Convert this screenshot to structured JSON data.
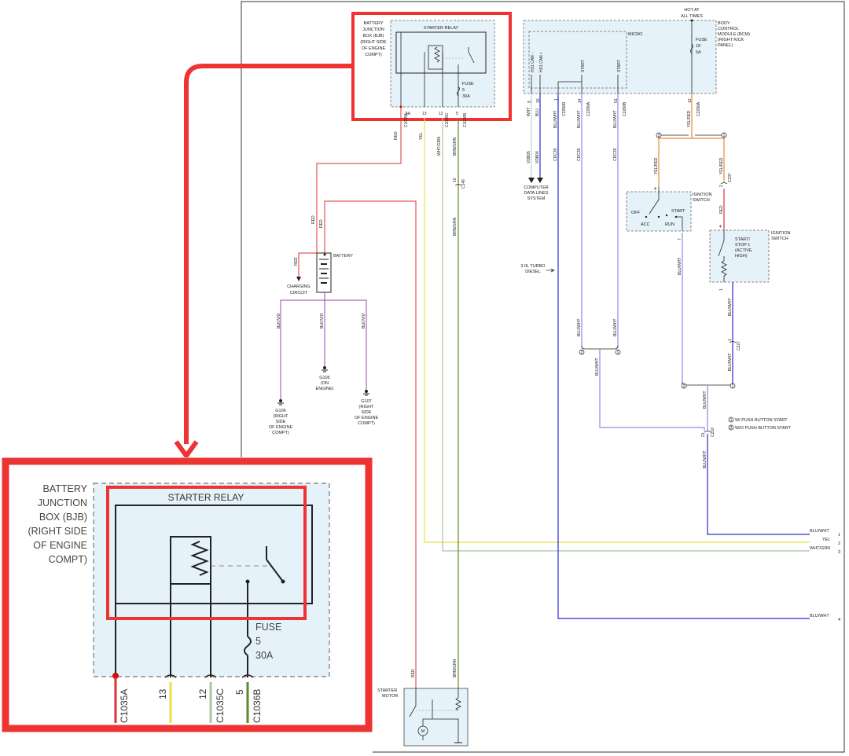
{
  "relay": {
    "title": "STARTER RELAY",
    "fuse_label": "FUSE",
    "fuse_num": "5",
    "fuse_amp": "30A"
  },
  "bjb": {
    "l1": "BATTERY",
    "l2": "JUNCTION",
    "l3": "BOX (BJB)",
    "l4": "(RIGHT SIDE",
    "l5": "OF ENGINE",
    "l6": "COMPT)"
  },
  "bjb_pins": {
    "p1": "5A",
    "c1": "C1035A",
    "p2": "13",
    "p3": "12",
    "c3": "C1035C",
    "p4": "5",
    "c4": "C1036B"
  },
  "bcm": {
    "hot1": "HOT AT",
    "hot2": "ALL TIMES",
    "l1": "BODY",
    "l2": "CONTROL",
    "l3": "MODULE (BCM)",
    "l4": "(RIGHT KICK",
    "l5": "PANEL)",
    "micro": "MICRO",
    "can_minus": "HS1 CAN -",
    "can_plus": "HS1 CAN +",
    "start1": "START",
    "start2": "START",
    "fuse": "FUSE",
    "fuse_num": "18",
    "fuse_amp": "5A"
  },
  "bcm_pins": {
    "p9": "9",
    "p10": "10",
    "p1": "1",
    "c1": "C2280D",
    "p14": "14",
    "c14": "C2280A",
    "p51": "51",
    "c51": "C2280B",
    "p12": "12",
    "c12": "C2280A"
  },
  "wires": {
    "wht": "WHT",
    "blu": "BLU",
    "bluwht": "BLU/WHT",
    "red": "RED",
    "yel": "YEL",
    "whtgrn": "WHT/GRN",
    "brngrn": "BRN/GRN",
    "yelred": "YEL/RED",
    "blkvio": "BLK/VIO",
    "vdb05": "VDB05",
    "vdb04": "VDB04",
    "cdc35": "CDC35"
  },
  "c146": {
    "pin": "10",
    "conn": "C146"
  },
  "cdl": {
    "l1": "COMPUTER",
    "l2": "DATA LINES",
    "l3": "SYSTEM"
  },
  "battery": {
    "label": "BATTERY"
  },
  "charging": {
    "l1": "CHARGING",
    "l2": "CIRCUIT"
  },
  "grounds": {
    "g106": {
      "l1": "G106",
      "l2": "(RIGHT",
      "l3": "SIDE",
      "l4": "OF ENGINE",
      "l5": "COMPT)"
    },
    "g105": {
      "l1": "G105",
      "l2": "(ON",
      "l3": "ENGINE)"
    },
    "g107": {
      "l1": "G107",
      "l2": "(RIGHT",
      "l3": "SIDE",
      "l4": "OF ENGINE",
      "l5": "COMPT)"
    }
  },
  "ign1": {
    "l1": "IGNITION",
    "l2": "SWITCH",
    "off": "OFF",
    "start": "START",
    "acc": "ACC",
    "run": "RUN",
    "pin4": "4",
    "pin7": "7"
  },
  "ign2": {
    "l1": "IGNITION",
    "l2": "SWITCH",
    "box1": "START/",
    "box2": "STOP 1",
    "box3": "(ACTIVE",
    "box4": "HIGH)",
    "pin4": "4",
    "pin1": "1"
  },
  "splice": {
    "s1": "1",
    "s2": "2",
    "c237_pin": "2",
    "c237": "C237",
    "c227_pin": "1",
    "c227": "C227",
    "c210_pin": "21",
    "c210": "C210"
  },
  "turbo": {
    "l1": "3.0L TURBO",
    "l2": "DIESEL"
  },
  "legend": {
    "n1": "1",
    "t1": "W/ PUSH BUTTON START",
    "n2": "2",
    "t2": "W/O PUSH BUTTON START"
  },
  "outputs": [
    {
      "label": "BLU/WHT",
      "num": "1"
    },
    {
      "label": "YEL",
      "num": "2"
    },
    {
      "label": "WHT/GRN",
      "num": "3"
    },
    {
      "label": "BLU/WHT",
      "num": "4"
    }
  ],
  "starter": {
    "l1": "STARTER",
    "l2": "MOTOR",
    "motor": "M"
  },
  "colors": {
    "callout": "#ee3333",
    "red": "#e03030",
    "yellow": "#e8e04a",
    "whtgrn": "#a8c8a0",
    "brngrn": "#5a8a2a",
    "blue": "#2a2ad0",
    "bluwht": "#8a8ae8",
    "violet": "#a040b0",
    "orange": "#e88a30",
    "module_fill": "#e6f2fa"
  }
}
